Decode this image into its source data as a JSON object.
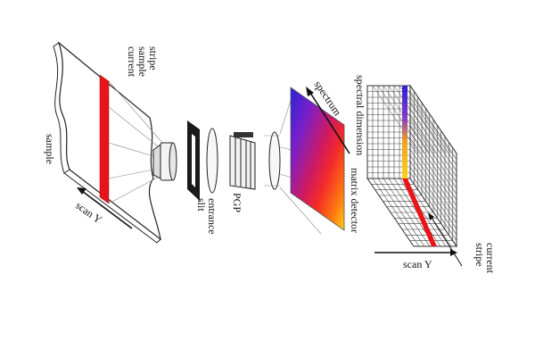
{
  "labels": {
    "current_sample_stripe": [
      "current",
      "sample",
      "stripe"
    ],
    "sample": "sample",
    "scan_y_left": "scan Y",
    "entrance_slit": [
      "entrance",
      "slit"
    ],
    "pgp": "PGP",
    "spectrum": "spectrum",
    "matrix_detector": "matrix detector",
    "spectral_dimension": "spectral dimension",
    "scan_y_right": "scan Y",
    "current_stripe": [
      "current",
      "stripe"
    ]
  },
  "colors": {
    "stripe": "#e8141a",
    "detector_gradient": [
      "#2a22d6",
      "#7a20c8",
      "#d01a60",
      "#f22a2a",
      "#ff7a10",
      "#ffd21c"
    ],
    "cube_column": [
      "#2a22d6",
      "#8a3ac8",
      "#f0a020",
      "#ffd21c"
    ],
    "line": "#222222"
  }
}
